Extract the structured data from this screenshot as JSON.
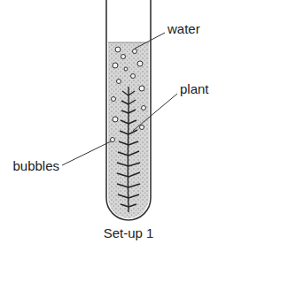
{
  "diagram": {
    "labels": [
      "water",
      "plant",
      "bubbles",
      "Set-up 1"
    ]
  }
}
